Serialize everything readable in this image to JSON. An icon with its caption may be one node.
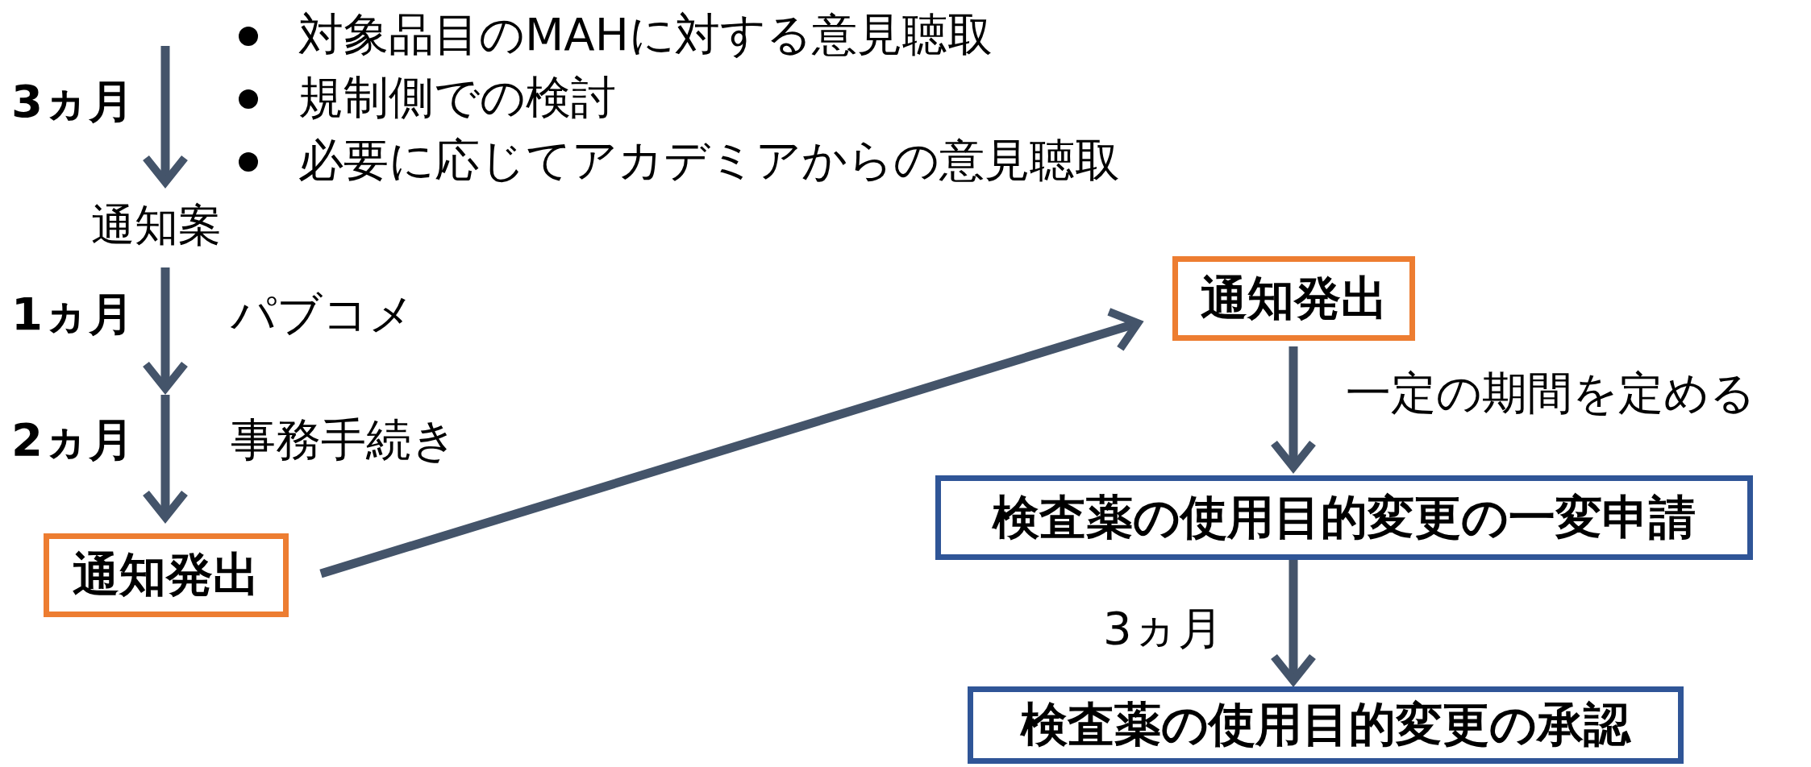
{
  "diagram": {
    "nodes": [
      {
        "text": [
          "通知案"
        ]
      },
      {
        "text": [
          "通知発出"
        ]
      },
      {
        "text": [
          "通知発出"
        ]
      },
      {
        "text": [
          "検査薬の使用目的変更の一変申請"
        ]
      },
      {
        "text": [
          "検査薬の使用目的変更の承認"
        ]
      }
    ],
    "edges": [
      {
        "from": null,
        "to": 0,
        "arrow": "to",
        "label": "3ヵ月"
      },
      {
        "from": 0,
        "to": null,
        "arrow": "to",
        "label": "1ヵ月"
      },
      {
        "from": null,
        "to": 1,
        "arrow": "to",
        "label": "2ヵ月"
      },
      {
        "from": 1,
        "to": 2,
        "arrow": "to"
      },
      {
        "from": 2,
        "to": 3,
        "arrow": "to",
        "label": "一定の期間を定める"
      },
      {
        "from": 3,
        "to": 4,
        "arrow": "to",
        "label": "3ヵ月"
      }
    ],
    "labels": [
      "対象品目のMAHに対する意見聴取",
      "規制側での検討",
      "必要に応じてアカデミアからの意見聴取",
      "パブコメ",
      "事務手続き"
    ]
  }
}
